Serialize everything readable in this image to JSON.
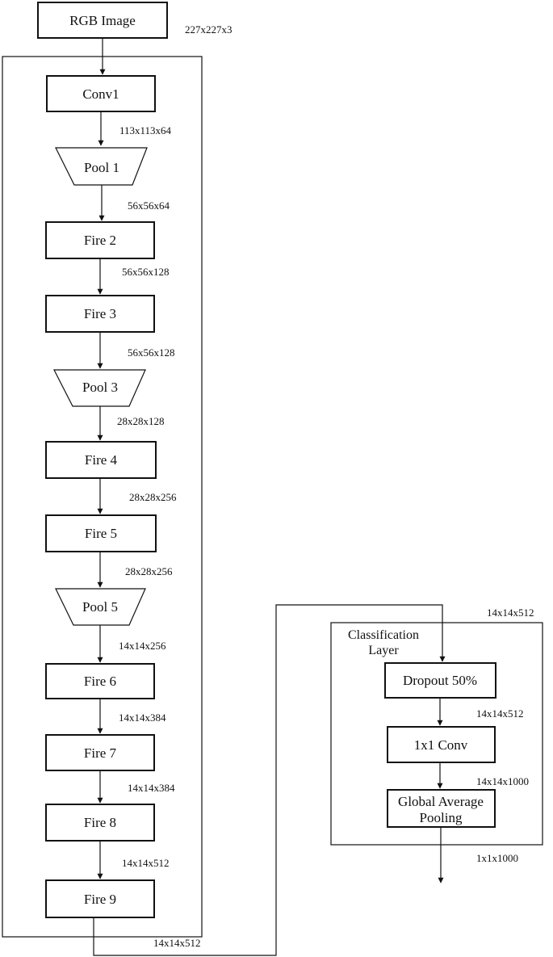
{
  "diagram": {
    "input": "RGB Image",
    "nodes": {
      "conv1": "Conv1",
      "pool1": "Pool 1",
      "fire2": "Fire 2",
      "fire3": "Fire 3",
      "pool3": "Pool 3",
      "fire4": "Fire 4",
      "fire5": "Fire 5",
      "pool5": "Pool 5",
      "fire6": "Fire 6",
      "fire7": "Fire 7",
      "fire8": "Fire 8",
      "fire9": "Fire 9"
    },
    "classification": {
      "title_line1": "Classification",
      "title_line2": "Layer",
      "dropout": "Dropout 50%",
      "conv": "1x1 Conv",
      "gap_line1": "Global Average",
      "gap_line2": "Pooling"
    },
    "dims": {
      "input": "227x227x3",
      "conv1": "113x113x64",
      "pool1": "56x56x64",
      "fire2": "56x56x128",
      "fire3": "56x56x128",
      "pool3": "28x28x128",
      "fire4": "28x28x256",
      "fire5": "28x28x256",
      "pool5": "14x14x256",
      "fire6": "14x14x384",
      "fire7": "14x14x384",
      "fire8": "14x14x512",
      "fire9": "14x14x512",
      "classifier_in": "14x14x512",
      "dropout": "14x14x512",
      "conv": "14x14x1000",
      "output": "1x1x1000"
    }
  }
}
